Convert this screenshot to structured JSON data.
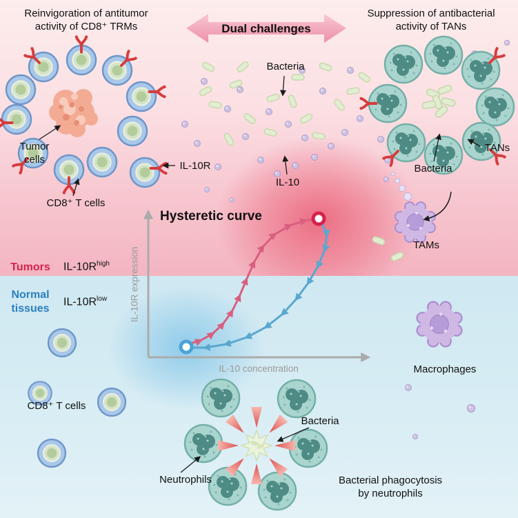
{
  "titles": {
    "left_line1": "Reinvigoration of antitumor",
    "left_line2": "activity of CD8⁺ TRMs",
    "banner": "Dual challenges",
    "right_line1": "Suppression of antibacterial",
    "right_line2": "activity of TANs"
  },
  "top_left": {
    "tumor_line1": "Tumor",
    "tumor_line2": "cells",
    "cd8_label": "CD8⁺ T cells",
    "il10r_label": "IL-10R"
  },
  "top_middle": {
    "bacteria_label": "Bacteria",
    "il10_label": "IL-10"
  },
  "top_right": {
    "tans_label": "TANs",
    "bacteria_label": "Bacteria",
    "tams_label": "TAMs"
  },
  "side": {
    "tumors_label": "Tumors",
    "tumors_receptor_base": "IL-10R",
    "tumors_receptor_sup": "high",
    "normal_line1": "Normal",
    "normal_line2": "tissues",
    "normal_receptor_base": "IL-10R",
    "normal_receptor_sup": "low"
  },
  "chart": {
    "type": "line",
    "title": "Hysteretic curve",
    "xlabel": "IL-10 concentration",
    "ylabel": "IL-10R expression"
  },
  "bottom": {
    "cd8_label": "CD8⁺ T cells",
    "neutrophils_label": "Neutrophils",
    "bacteria_label": "Bacteria",
    "macrophages_label": "Macrophages",
    "phago_line1": "Bacterial phagocytosis",
    "phago_line2": "by neutrophils"
  },
  "colors": {
    "tumor_text": "#d6224c",
    "normal_text": "#2a7fc0",
    "curve_pink": "#d95f7f",
    "curve_blue": "#5aa7cf",
    "receptor_red": "#d63c3c"
  }
}
